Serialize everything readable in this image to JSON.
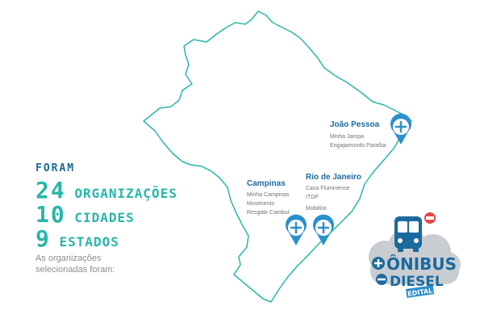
{
  "headline": {
    "intro": "FORAM",
    "stats": [
      {
        "number": "24",
        "word": "organizações"
      },
      {
        "number": "10",
        "word": "cidades"
      },
      {
        "number": "9",
        "word": "Estados"
      }
    ]
  },
  "selected_text": [
    "As organizações",
    "selecionadas foram:"
  ],
  "cities": [
    {
      "name": "João Pessoa",
      "orgs": [
        "Minha Jampa",
        "Engajamundo Paraíba"
      ]
    },
    {
      "name": "Rio de Janeiro",
      "orgs": [
        "Casa Fluminense",
        "ITDP",
        "MobiRio"
      ]
    },
    {
      "name": "Campinas",
      "orgs": [
        "Minha Campinas",
        "Movimento",
        "Resgate Cambuí"
      ]
    }
  ],
  "badge": {
    "line1": "ÔNIBUS",
    "line2": "DIESEL",
    "tag": "EDITAL"
  },
  "colors": {
    "map_outline": "#27b7a9",
    "pin": "#2c8fce",
    "dark_blue": "#1b6a9e",
    "teal": "#27b7a9",
    "cloud_gray": "#c9cdd1",
    "stop_red": "#e6474a"
  },
  "icons": [
    "map-pin-plus-icon",
    "bus-icon",
    "no-entry-icon",
    "plus-icon",
    "minus-icon"
  ]
}
